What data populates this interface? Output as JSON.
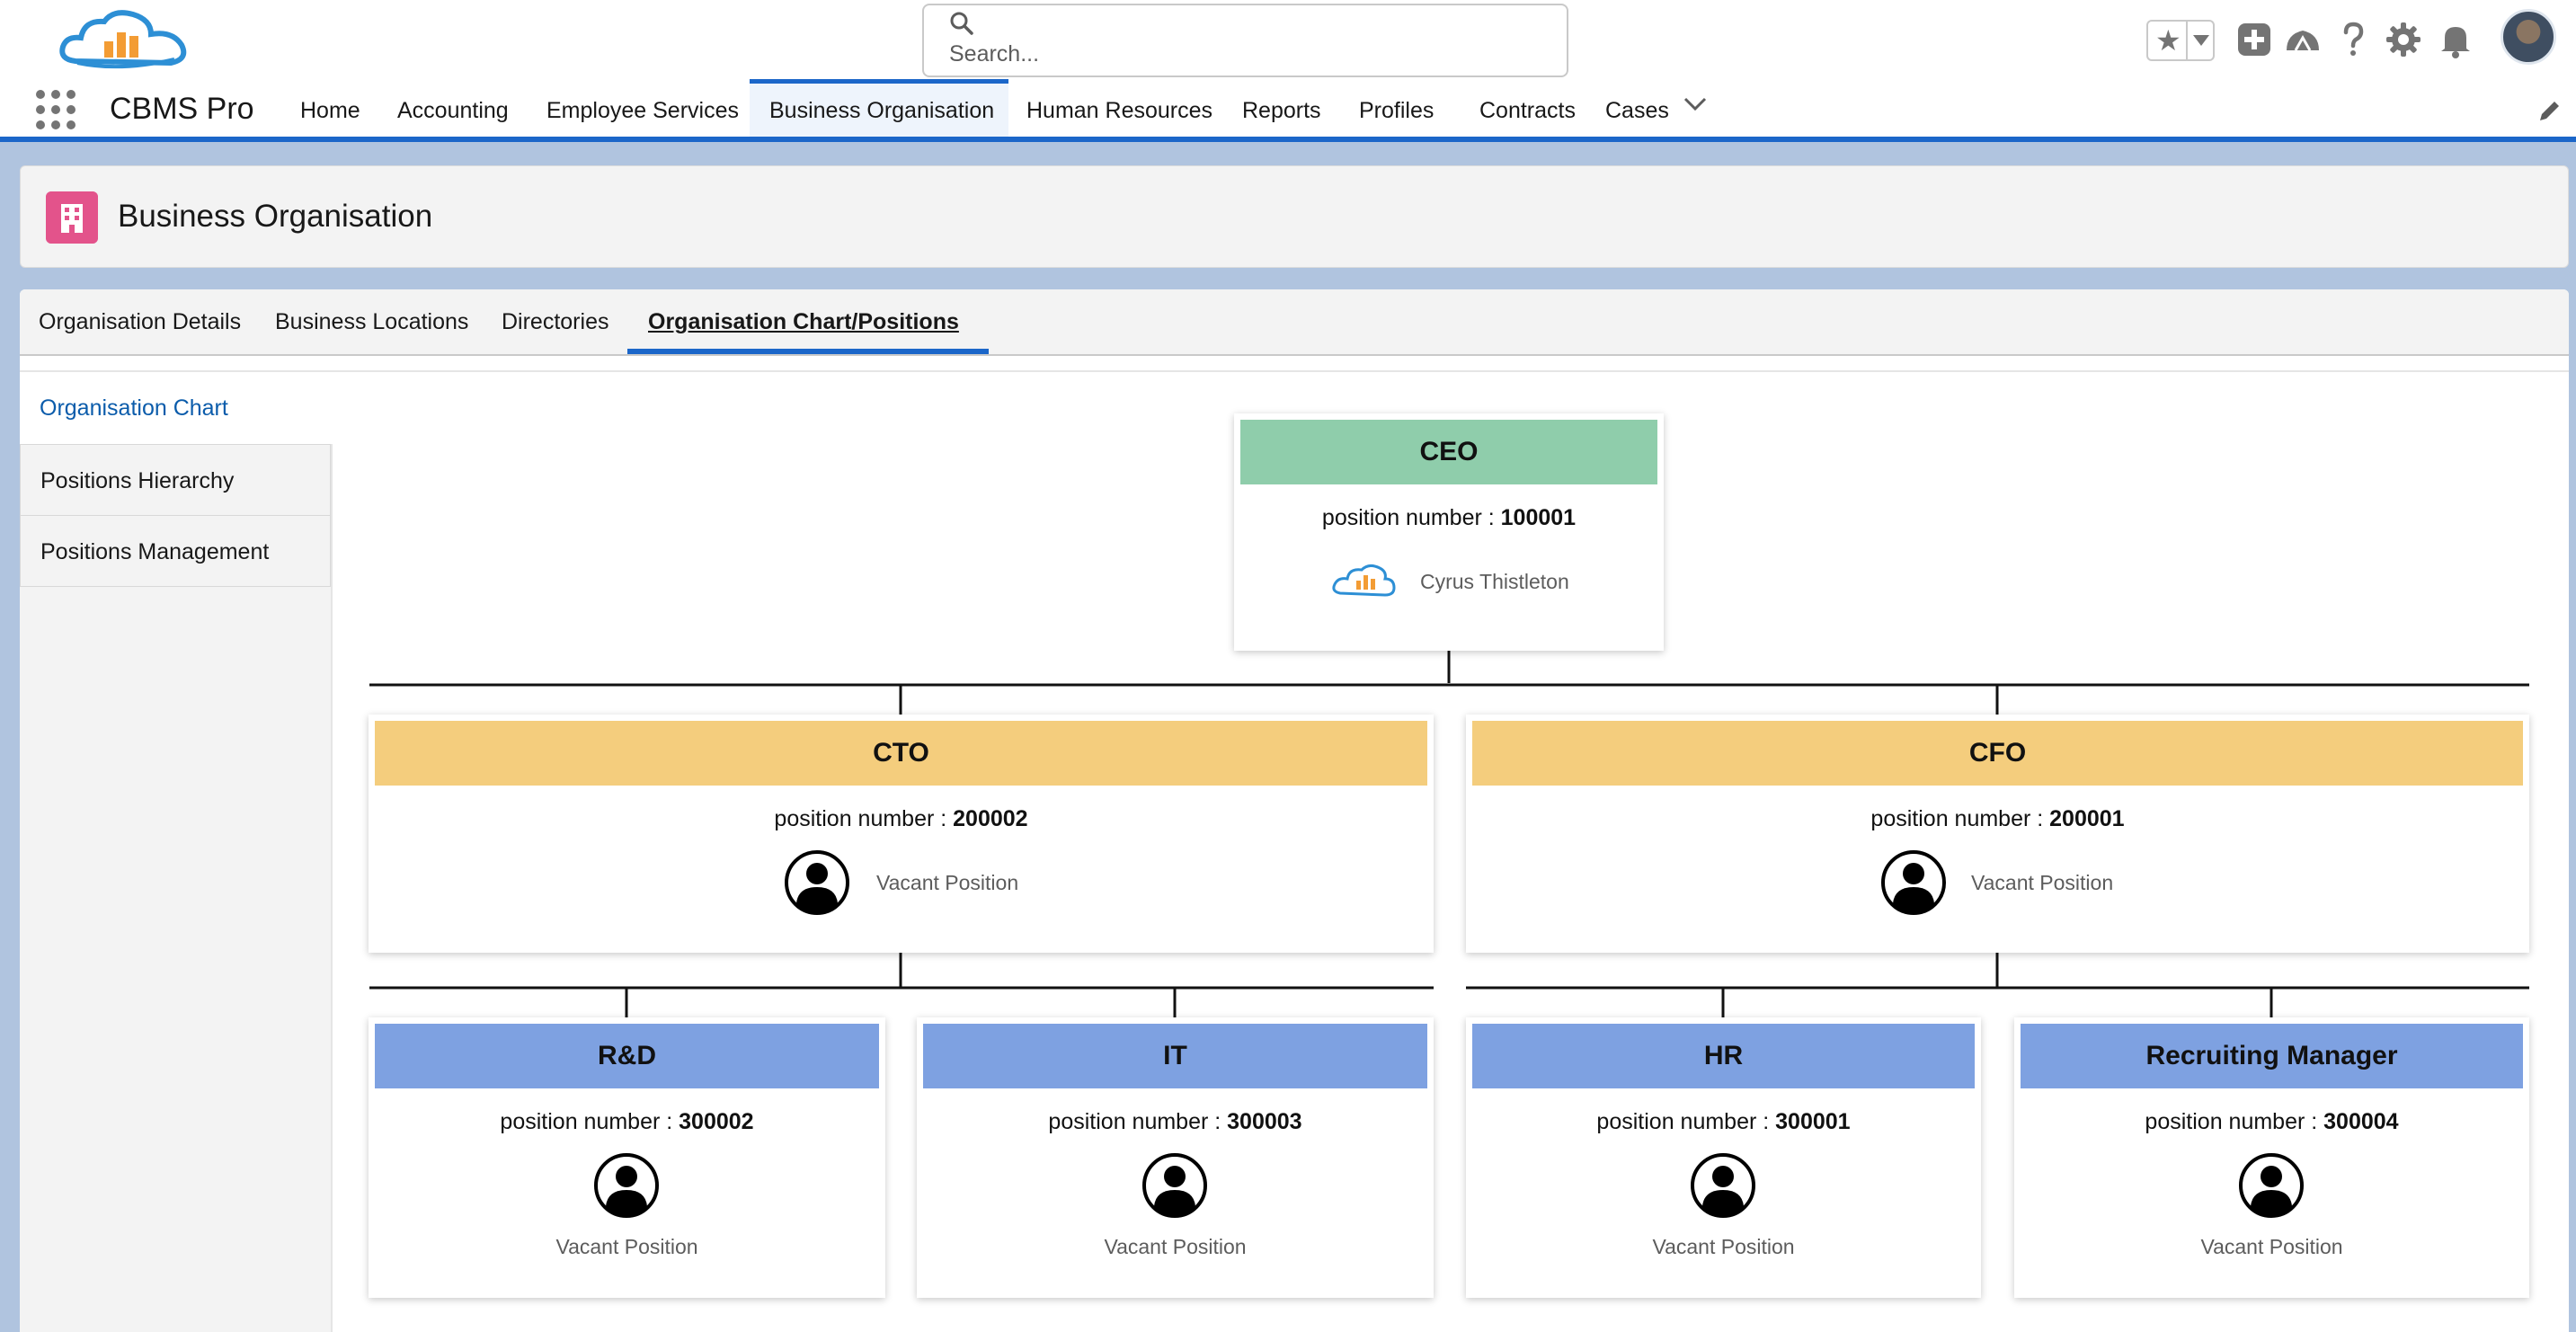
{
  "header": {
    "search_placeholder": "Search..."
  },
  "nav": {
    "app_name": "CBMS Pro",
    "items": [
      {
        "label": "Home"
      },
      {
        "label": "Accounting"
      },
      {
        "label": "Employee Services"
      },
      {
        "label": "Business Organisation",
        "active": true
      },
      {
        "label": "Human Resources"
      },
      {
        "label": "Reports"
      },
      {
        "label": "Profiles"
      },
      {
        "label": "Contracts"
      },
      {
        "label": "Cases"
      }
    ]
  },
  "page": {
    "title": "Business Organisation",
    "icon_color": "#e3538b"
  },
  "tabs": [
    {
      "label": "Organisation Details"
    },
    {
      "label": "Business Locations"
    },
    {
      "label": "Directories"
    },
    {
      "label": "Organisation Chart/Positions",
      "active": true
    }
  ],
  "sidebar": {
    "items": [
      {
        "label": "Organisation Chart",
        "active": true
      },
      {
        "label": "Positions Hierarchy"
      },
      {
        "label": "Positions Management"
      }
    ]
  },
  "org_chart": {
    "position_number_label": "position number : ",
    "colors": {
      "level1": "#8fcdab",
      "level2": "#f4cd7d",
      "level3": "#7ea1e1"
    },
    "nodes": [
      {
        "title": "CEO",
        "position_number": "100001",
        "holder": "Cyrus Thistleton"
      },
      {
        "title": "CTO",
        "position_number": "200002",
        "holder": "Vacant Position"
      },
      {
        "title": "CFO",
        "position_number": "200001",
        "holder": "Vacant Position"
      },
      {
        "title": "R&D",
        "position_number": "300002",
        "holder": "Vacant Position"
      },
      {
        "title": "IT",
        "position_number": "300003",
        "holder": "Vacant Position"
      },
      {
        "title": "HR",
        "position_number": "300001",
        "holder": "Vacant Position"
      },
      {
        "title": "Recruiting Manager",
        "position_number": "300004",
        "holder": "Vacant Position"
      }
    ]
  }
}
